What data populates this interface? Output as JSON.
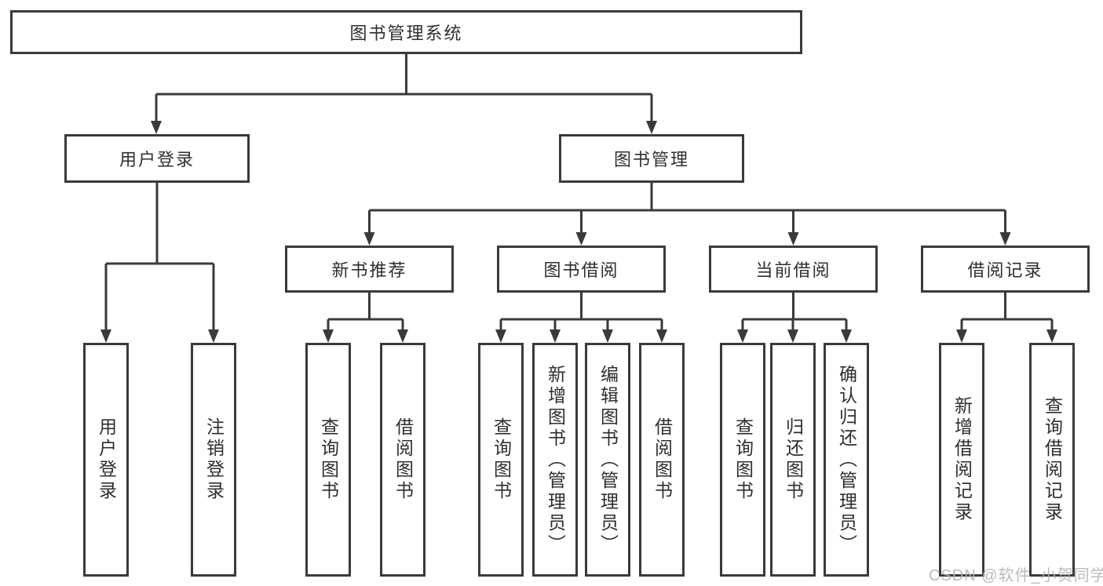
{
  "tree": {
    "root": {
      "label": "图书管理系统",
      "children": [
        {
          "label": "用户登录",
          "children": [
            {
              "label": "用户登录"
            },
            {
              "label": "注销登录"
            }
          ]
        },
        {
          "label": "图书管理",
          "children": [
            {
              "label": "新书推荐",
              "children": [
                {
                  "label": "查询图书"
                },
                {
                  "label": "借阅图书"
                }
              ]
            },
            {
              "label": "图书借阅",
              "children": [
                {
                  "label": "查询图书"
                },
                {
                  "label": "新增图书（管理员）"
                },
                {
                  "label": "编辑图书（管理员）"
                },
                {
                  "label": "借阅图书"
                }
              ]
            },
            {
              "label": "当前借阅",
              "children": [
                {
                  "label": "查询图书"
                },
                {
                  "label": "归还图书"
                },
                {
                  "label": "确认归还（管理员）"
                }
              ]
            },
            {
              "label": "借阅记录",
              "children": [
                {
                  "label": "新增借阅记录"
                },
                {
                  "label": "查询借阅记录"
                }
              ]
            }
          ]
        }
      ]
    }
  },
  "watermark": "CSDN @软件_小贺同学",
  "colors": {
    "line": "#3a3a3a",
    "text": "#2e2e2e",
    "watermark": "#b2b2b2",
    "background": "#ffffff"
  }
}
